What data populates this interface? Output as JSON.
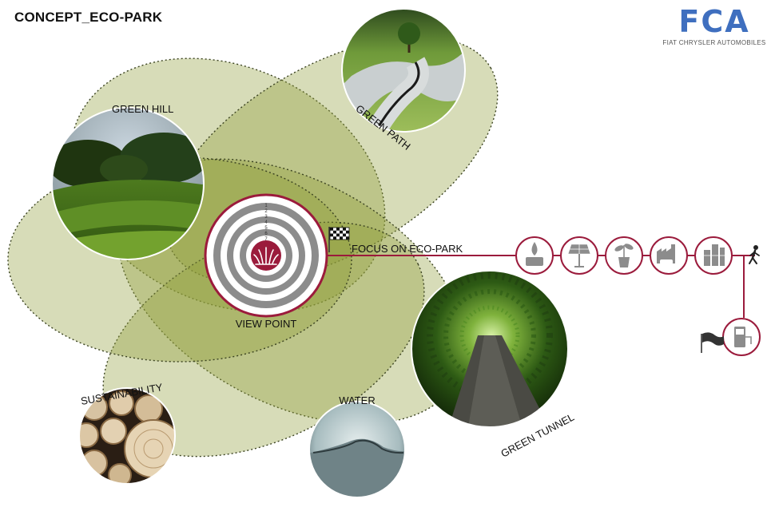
{
  "page": {
    "title": "CONCEPT_ECO-PARK"
  },
  "logo": {
    "mark": "FCA",
    "tagline": "FIAT CHRYSLER AUTOMOBILES"
  },
  "center": {
    "label": "VIEW POINT",
    "ring_numbers": [
      "1",
      "2",
      "3",
      "4",
      "5",
      "6",
      "7"
    ]
  },
  "focus": {
    "label": "FOCUS ON ECO-PARK"
  },
  "nodes": {
    "green_hill": "GREEN HILL",
    "green_path": "GREEN PATH",
    "green_tunnel": "GREEN TUNNEL",
    "water": "WATER",
    "sustainability": "SUSTAINABILITY"
  },
  "timeline_icons": [
    "water-drop-icon",
    "solar-panel-icon",
    "plant-icon",
    "factory-car-icon",
    "battery-icon"
  ],
  "colors": {
    "accent": "#9b1b3c",
    "ellipse_fill": "#8f9e3a",
    "ellipse_stroke": "#3c4422",
    "logo": "#3f6fbf"
  }
}
